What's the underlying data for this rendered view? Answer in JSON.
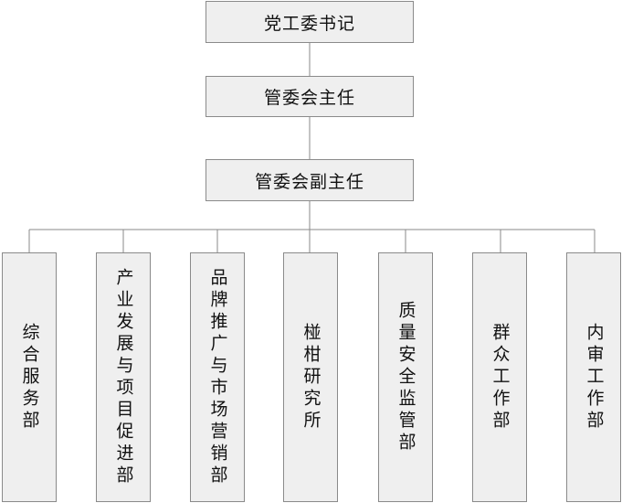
{
  "diagram": {
    "top": {
      "level1": "党工委书记",
      "level2": "管委会主任",
      "level3": "管委会副主任"
    },
    "departments": [
      "综合服务部",
      "产业发展与项目促进部",
      "品牌推广与市场营销部",
      "椪柑研究所",
      "质量安全监管部",
      "群众工作部",
      "内审工作部"
    ]
  }
}
